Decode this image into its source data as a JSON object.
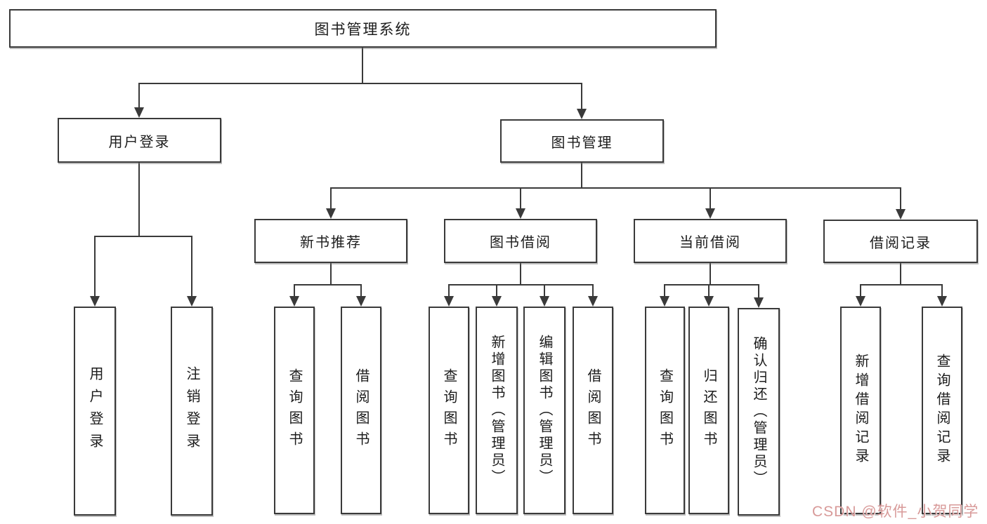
{
  "diagram": {
    "title": "图书管理系统",
    "level2": {
      "user_login": "用户登录",
      "book_mgmt": "图书管理"
    },
    "level3": {
      "new_book_rec": "新书推荐",
      "book_borrow": "图书借阅",
      "current_borrow": "当前借阅",
      "borrow_record": "借阅记录"
    },
    "leaves": {
      "ul_login": "用户登录",
      "ul_logout": "注销登录",
      "nbr_query": "查询图书",
      "nbr_borrow": "借阅图书",
      "bb_query": "查询图书",
      "bb_add": "新增图书（管理员）",
      "bb_edit": "编辑图书（管理员）",
      "bb_borrow": "借阅图书",
      "cb_query": "查询图书",
      "cb_return": "归还图书",
      "cb_confirm": "确认归还（管理员）",
      "br_add": "新增借阅记录",
      "br_query": "查询借阅记录"
    }
  },
  "watermark": {
    "text": "CSDN @软件_小贺同学",
    "color": "#d89a99"
  },
  "colors": {
    "line": "#3a3a3a",
    "node_border": "#3a3a3a",
    "text": "#1c1c1c",
    "background": "#ffffff"
  }
}
